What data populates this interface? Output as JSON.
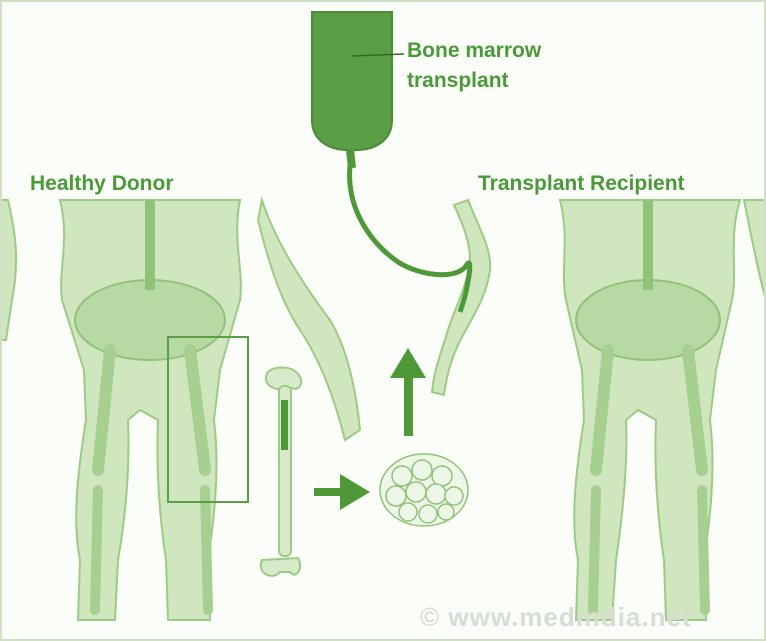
{
  "labels": {
    "donor": "Healthy Donor",
    "recipient": "Transplant Recipient",
    "bag_line1": "Bone marrow",
    "bag_line2": "transplant"
  },
  "watermark": "© www.medindia.net",
  "colors": {
    "label": "#4a9a3a",
    "body_fill": "#cfe6bf",
    "body_stroke": "#9ccb86",
    "bone": "#b7d9a3",
    "bag": "#5a9e46",
    "arrow": "#4f9838",
    "watermark": "#d6ded3",
    "frame": "#cfe0c6"
  }
}
